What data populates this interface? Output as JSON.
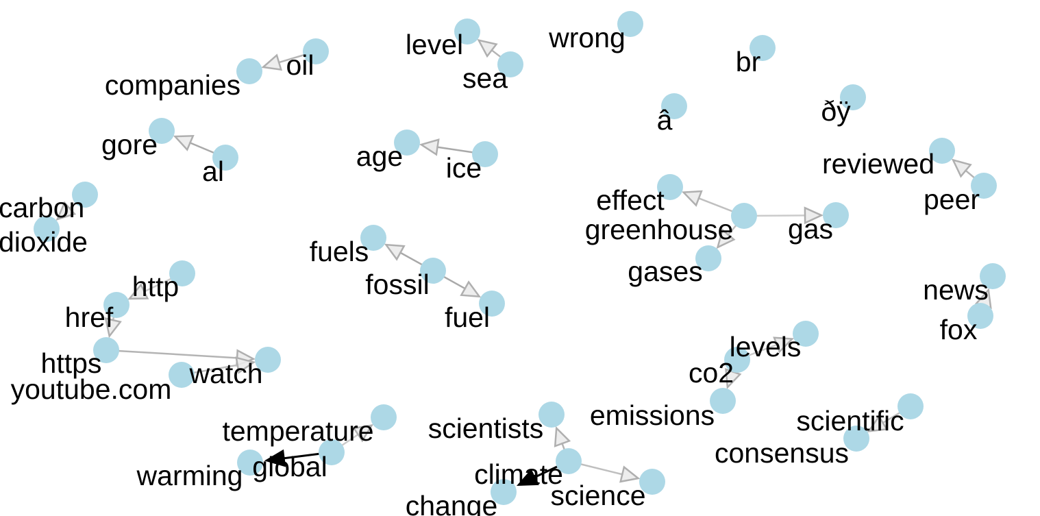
{
  "graph": {
    "node_color": "#add8e6",
    "nodes": [
      {
        "id": "oil",
        "label": "oil"
      },
      {
        "id": "companies",
        "label": "companies"
      },
      {
        "id": "level",
        "label": "level"
      },
      {
        "id": "sea",
        "label": "sea"
      },
      {
        "id": "wrong",
        "label": "wrong"
      },
      {
        "id": "br",
        "label": "br"
      },
      {
        "id": "a_circ",
        "label": "â"
      },
      {
        "id": "dy",
        "label": "ðÿ"
      },
      {
        "id": "gore",
        "label": "gore"
      },
      {
        "id": "al",
        "label": "al"
      },
      {
        "id": "age",
        "label": "age"
      },
      {
        "id": "ice",
        "label": "ice"
      },
      {
        "id": "reviewed",
        "label": "reviewed"
      },
      {
        "id": "peer",
        "label": "peer"
      },
      {
        "id": "carbon",
        "label": "carbon"
      },
      {
        "id": "dioxide",
        "label": "dioxide"
      },
      {
        "id": "effect",
        "label": "effect"
      },
      {
        "id": "greenhouse",
        "label": "greenhouse"
      },
      {
        "id": "gas",
        "label": "gas"
      },
      {
        "id": "gases",
        "label": "gases"
      },
      {
        "id": "fuels",
        "label": "fuels"
      },
      {
        "id": "fossil",
        "label": "fossil"
      },
      {
        "id": "fuel",
        "label": "fuel"
      },
      {
        "id": "http",
        "label": "http"
      },
      {
        "id": "href",
        "label": "href"
      },
      {
        "id": "https",
        "label": "https"
      },
      {
        "id": "youtube",
        "label": "youtube.com"
      },
      {
        "id": "watch",
        "label": "watch"
      },
      {
        "id": "news",
        "label": "news"
      },
      {
        "id": "fox",
        "label": "fox"
      },
      {
        "id": "levels",
        "label": "levels"
      },
      {
        "id": "co2",
        "label": "co2"
      },
      {
        "id": "emissions",
        "label": "emissions"
      },
      {
        "id": "scientific",
        "label": "scientific"
      },
      {
        "id": "consensus",
        "label": "consensus"
      },
      {
        "id": "temperature",
        "label": "temperature"
      },
      {
        "id": "global",
        "label": "global"
      },
      {
        "id": "warming",
        "label": "warming"
      },
      {
        "id": "scientists",
        "label": "scientists"
      },
      {
        "id": "climate",
        "label": "climate"
      },
      {
        "id": "science",
        "label": "science"
      },
      {
        "id": "change",
        "label": "change"
      }
    ],
    "edges": [
      {
        "from": "oil",
        "to": "companies",
        "weight": 0.2
      },
      {
        "from": "sea",
        "to": "level",
        "weight": 0.2
      },
      {
        "from": "al",
        "to": "gore",
        "weight": 0.25
      },
      {
        "from": "ice",
        "to": "age",
        "weight": 0.25
      },
      {
        "from": "peer",
        "to": "reviewed",
        "weight": 0.2
      },
      {
        "from": "carbon",
        "to": "dioxide",
        "weight": 0.15
      },
      {
        "from": "greenhouse",
        "to": "effect",
        "weight": 0.15
      },
      {
        "from": "greenhouse",
        "to": "gas",
        "weight": 0.1
      },
      {
        "from": "greenhouse",
        "to": "gases",
        "weight": 0.15
      },
      {
        "from": "fossil",
        "to": "fuels",
        "weight": 0.25
      },
      {
        "from": "fossil",
        "to": "fuel",
        "weight": 0.25
      },
      {
        "from": "http",
        "to": "href",
        "weight": 0.1
      },
      {
        "from": "href",
        "to": "https",
        "weight": 0.15
      },
      {
        "from": "https",
        "to": "watch",
        "weight": 0.2
      },
      {
        "from": "youtube",
        "to": "watch",
        "weight": 0.15
      },
      {
        "from": "fox",
        "to": "news",
        "weight": 0.15
      },
      {
        "from": "co2",
        "to": "levels",
        "weight": 0.1
      },
      {
        "from": "co2",
        "to": "emissions",
        "weight": 0.15
      },
      {
        "from": "scientific",
        "to": "consensus",
        "weight": 0.15
      },
      {
        "from": "global",
        "to": "temperature",
        "weight": 0.1
      },
      {
        "from": "global",
        "to": "warming",
        "weight": 1.0
      },
      {
        "from": "climate",
        "to": "scientists",
        "weight": 0.2
      },
      {
        "from": "climate",
        "to": "science",
        "weight": 0.15
      },
      {
        "from": "climate",
        "to": "change",
        "weight": 1.0
      }
    ]
  }
}
